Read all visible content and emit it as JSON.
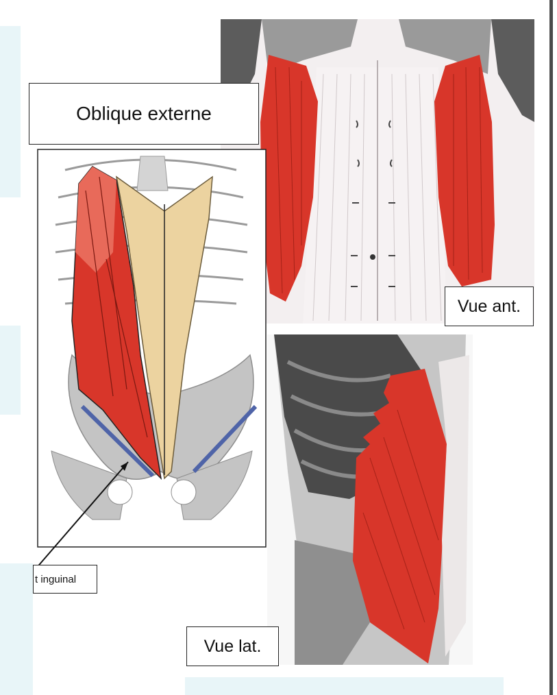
{
  "labels": {
    "title": "Oblique externe",
    "anterior_view": "Vue ant.",
    "lateral_view": "Vue lat.",
    "ligament": "t inguinal"
  },
  "colors": {
    "muscle_red": "#d8362a",
    "sheath_tan": "#ecd3a0",
    "bone_gray": "#c4c4c4",
    "ligament_blue": "#4f64a8",
    "panel_tint": "#e8f5f8",
    "fiber_white": "#ece8e8"
  }
}
